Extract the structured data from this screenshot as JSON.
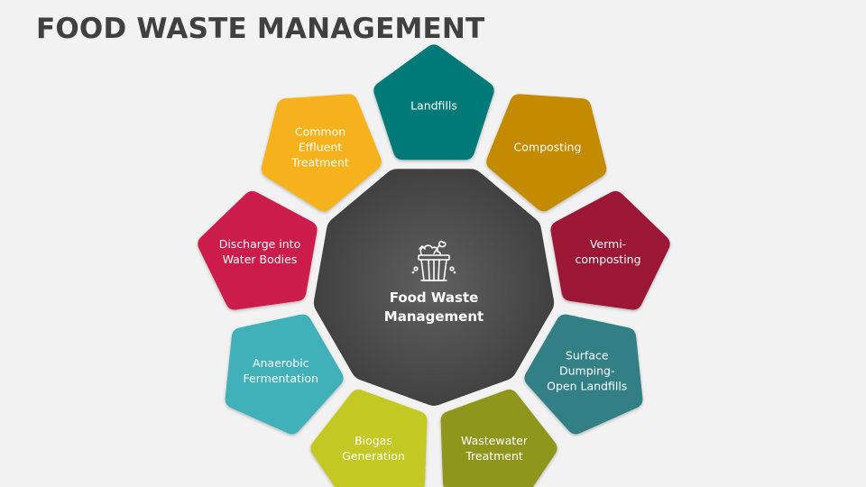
{
  "title": "FOOD WASTE MANAGEMENT",
  "center": {
    "label": "Food Waste Management",
    "label_line1": "Food Waste",
    "label_line2": "Management",
    "icon": "trash-bin-food-icon",
    "color": "#4a4a4a"
  },
  "items": [
    {
      "label": "Landfills",
      "color": "#037a78"
    },
    {
      "label": "Composting",
      "color": "#c48a06"
    },
    {
      "label": "Vermi-composting",
      "lines": [
        "Vermi-",
        "composting"
      ],
      "color": "#9c1536"
    },
    {
      "label": "Surface Dumping-Open Landfills",
      "lines": [
        "Surface",
        "Dumping-",
        "Open Landfills"
      ],
      "color": "#317f86"
    },
    {
      "label": "Wastewater Treatment",
      "lines": [
        "Wastewater",
        "Treatment"
      ],
      "color": "#8f961c"
    },
    {
      "label": "Biogas Generation",
      "lines": [
        "Biogas",
        "Generation"
      ],
      "color": "#c3c822"
    },
    {
      "label": "Anaerobic Fermentation",
      "lines": [
        "Anaerobic",
        "Fermentation"
      ],
      "color": "#3fb0b9"
    },
    {
      "label": "Discharge into Water Bodies",
      "lines": [
        "Discharge into",
        "Water Bodies"
      ],
      "color": "#cc1a4b"
    },
    {
      "label": "Common Effluent Treatment",
      "lines": [
        "Common",
        "Effluent",
        "Treatment"
      ],
      "color": "#f6b21a"
    }
  ]
}
